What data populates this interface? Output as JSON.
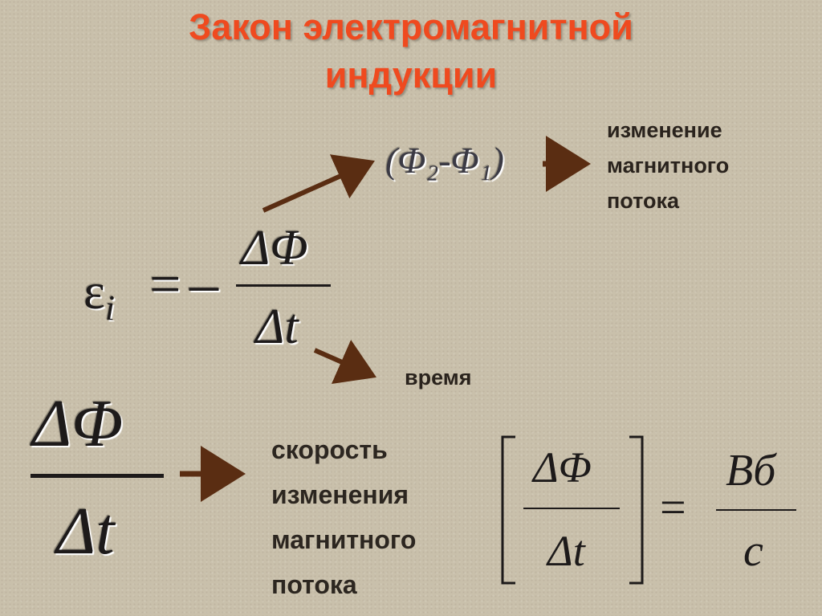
{
  "slide": {
    "title_line1": "Закон электромагнитной",
    "title_line2": "индукции",
    "flux_change": {
      "formula": "(Φ₂-Φ₁)",
      "label_lines": [
        "изменение",
        "магнитного",
        "потока"
      ]
    },
    "main_formula": {
      "emf": "ε",
      "emf_subscript": "i",
      "equals": "=",
      "minus": "–",
      "numerator": "ΔΦ",
      "denominator": "Δt"
    },
    "time_label": "время",
    "rate": {
      "numerator": "ΔΦ",
      "denominator": "Δt",
      "label_lines": [
        "скорость",
        "изменения",
        "магнитного",
        "потока"
      ]
    },
    "units": {
      "numerator": "ΔΦ",
      "denominator": "Δt",
      "equals": "=",
      "unit_numerator": "Вб",
      "unit_denominator": "с"
    }
  },
  "colors": {
    "title": "#ef4a1f",
    "arrow": "#5a2d12",
    "text": "#2a231d"
  }
}
